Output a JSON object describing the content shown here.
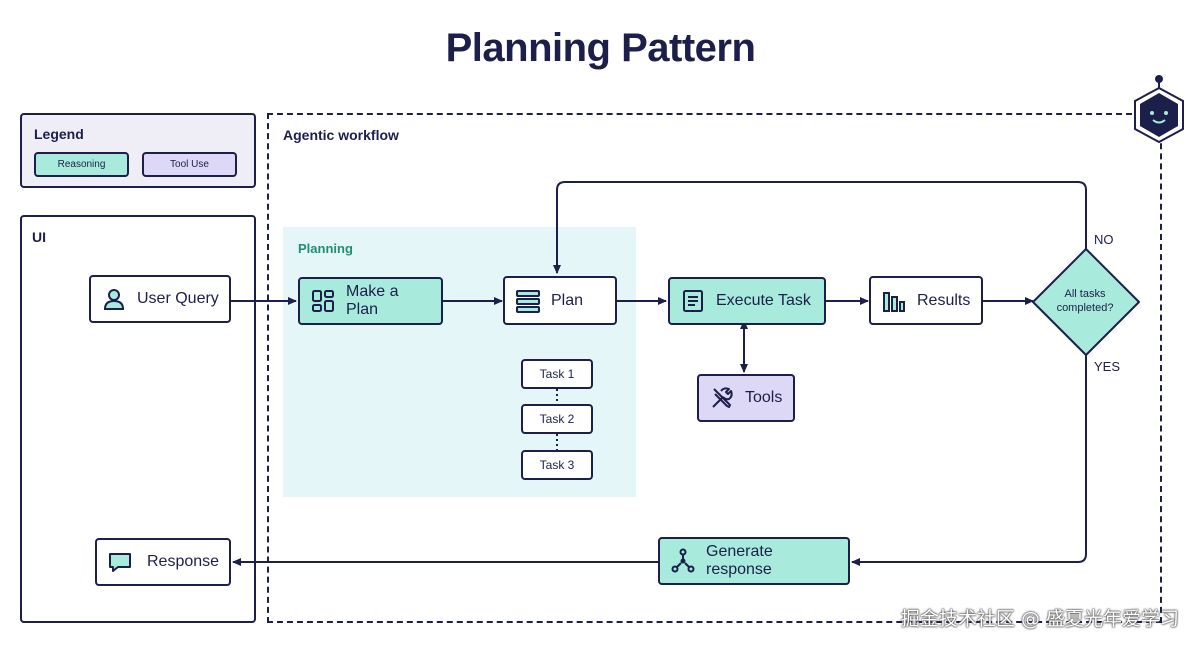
{
  "title": "Planning Pattern",
  "legend": {
    "heading": "Legend",
    "reasoning": "Reasoning",
    "tool_use": "Tool Use"
  },
  "ui_panel": {
    "heading": "UI"
  },
  "workflow": {
    "heading": "Agentic workflow"
  },
  "planning": {
    "heading": "Planning"
  },
  "nodes": {
    "user_query": "User Query",
    "make_plan": "Make a Plan",
    "plan": "Plan",
    "execute_task": "Execute Task",
    "results": "Results",
    "tools": "Tools",
    "generate_response": "Generate response",
    "response": "Response"
  },
  "tasks": [
    "Task 1",
    "Task 2",
    "Task 3"
  ],
  "decision": {
    "line1": "All tasks",
    "line2": "completed?"
  },
  "edges": {
    "no": "NO",
    "yes": "YES"
  },
  "watermark": "掘金技术社区 @ 盛夏光年爱学习",
  "colors": {
    "ink": "#1b1f4a",
    "reasoning": "#a8ebdc",
    "tool_use": "#dcd8f6",
    "planning_bg": "#e4f6f8",
    "accent": "#1f8f6d"
  }
}
